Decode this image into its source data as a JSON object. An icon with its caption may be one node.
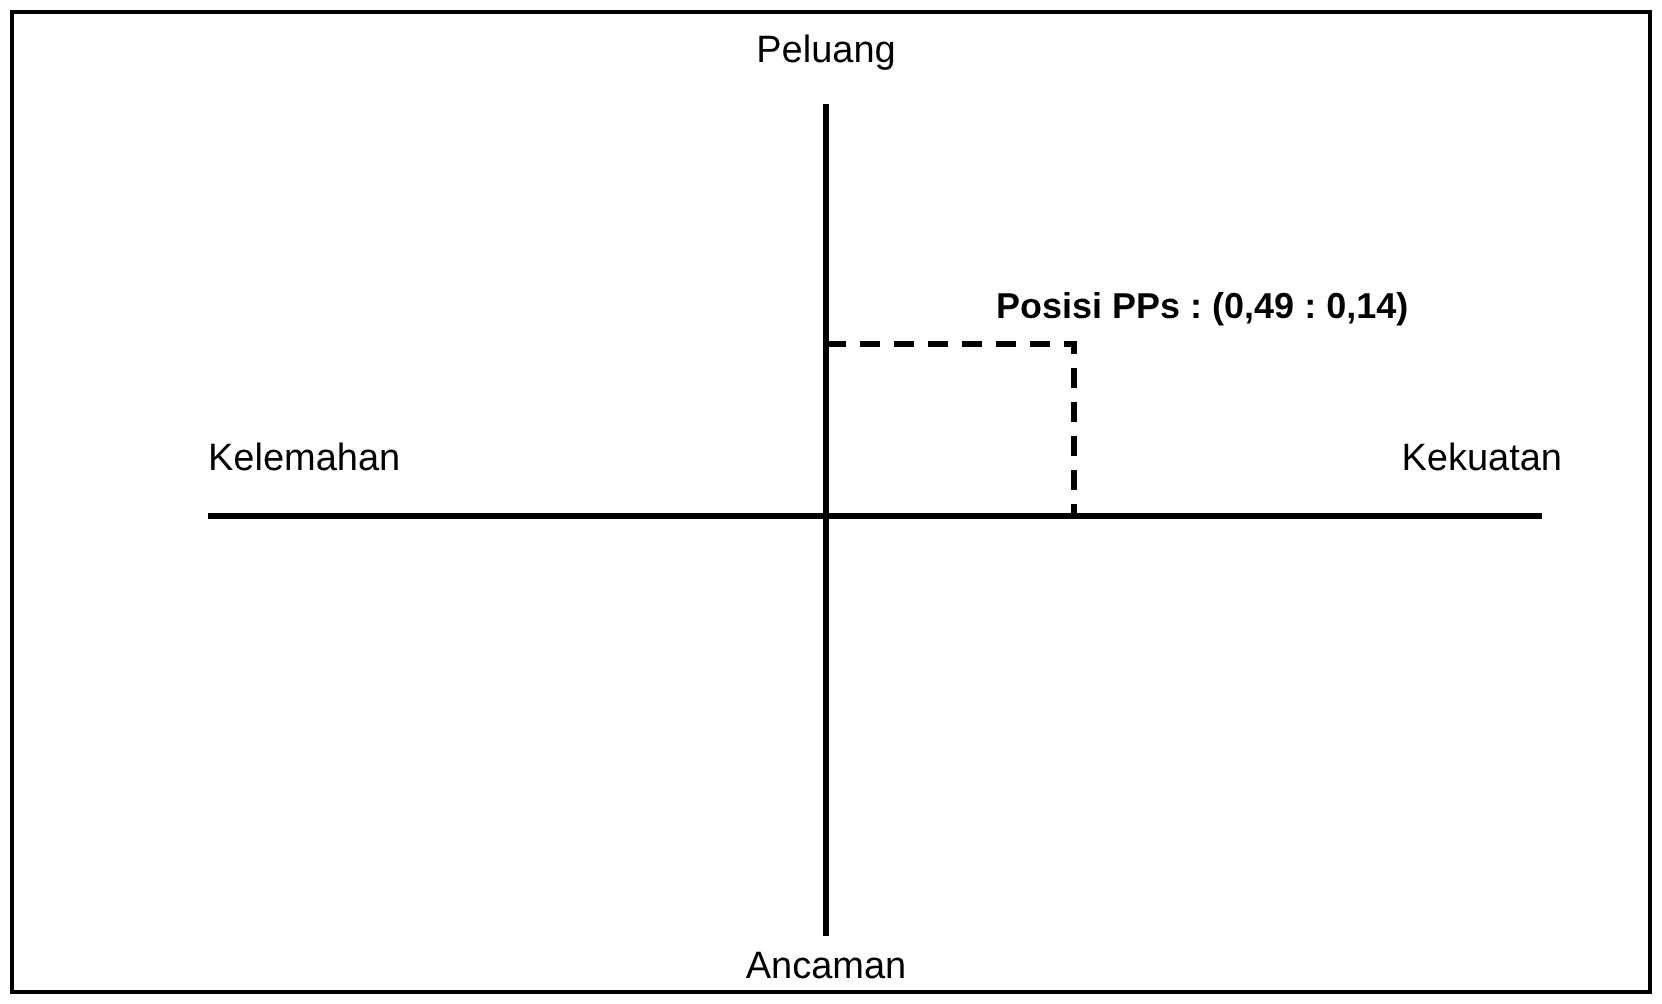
{
  "diagram": {
    "labels": [
      "Peluang",
      "Posisi PPs : (0,49 : 0,14)",
      "Kelemahan",
      "Kekuatan",
      "Ancaman"
    ]
  }
}
